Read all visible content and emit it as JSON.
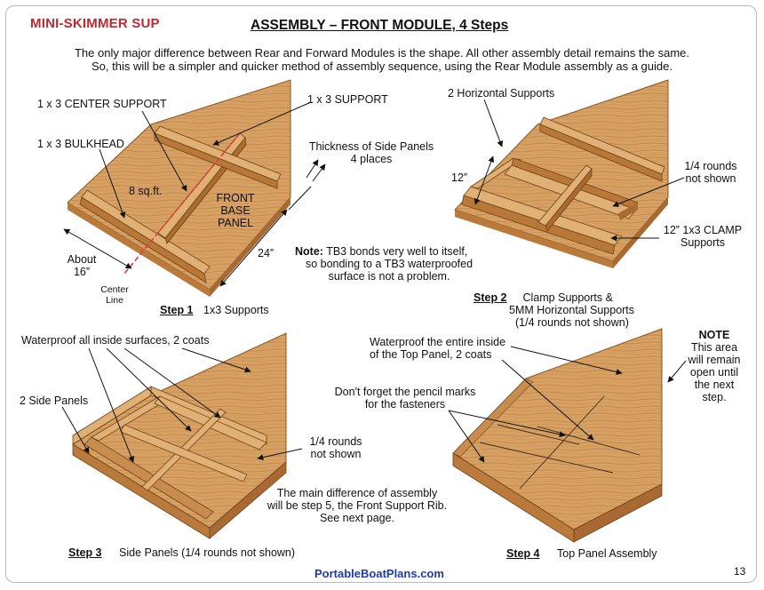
{
  "header": {
    "brand": "MINI-SKIMMER SUP",
    "title": "ASSEMBLY – FRONT MODULE, 4 Steps",
    "intro_line1": "The only major difference between Rear and Forward Modules is the shape.  All other assembly detail remains the same.",
    "intro_line2": "So, this will be a simpler and quicker method of assembly sequence, using the Rear Module assembly as a guide."
  },
  "step1": {
    "label_center_support": "1 x 3 CENTER SUPPORT",
    "label_support": "1 x 3 SUPPORT",
    "label_bulkhead": "1 x 3 BULKHEAD",
    "label_area": "8 sq.ft.",
    "label_panel": [
      "FRONT",
      "BASE",
      "PANEL"
    ],
    "label_about": "About",
    "label_about_value": "16”",
    "label_center_line": [
      "Center",
      "Line"
    ],
    "label_length": "24”",
    "label_thickness": [
      "Thickness of Side Panels",
      "4 places"
    ],
    "step_label": "Step 1",
    "caption": "1x3 Supports"
  },
  "note": {
    "bold": "Note:",
    "line1": " TB3 bonds very well to itself,",
    "line2": "so bonding to a TB3 waterproofed",
    "line3": "surface is not a problem."
  },
  "step2": {
    "label_horizontal": "2 Horizontal Supports",
    "label_width": "12”",
    "label_rounds": [
      "1/4 rounds",
      "not shown"
    ],
    "label_clamp": [
      "12” 1x3 CLAMP",
      "Supports"
    ],
    "step_label": "Step 2",
    "caption": [
      "Clamp Supports &",
      "5MM Horizontal Supports",
      "(1/4 rounds not shown)"
    ]
  },
  "step3": {
    "label_waterproof": "Waterproof all inside surfaces, 2 coats",
    "label_side_panels": "2 Side Panels",
    "label_rounds": [
      "1/4 rounds",
      "not shown"
    ],
    "main_difference": [
      "The main difference of assembly",
      "will be step 5, the Front Support Rib.",
      "See next page."
    ],
    "step_label": "Step 3",
    "caption": "Side Panels  (1/4 rounds not shown)"
  },
  "step4": {
    "label_waterproof": [
      "Waterproof the entire inside",
      "of the Top Panel, 2 coats"
    ],
    "label_pencil": [
      "Don't forget the pencil marks",
      "for the fasteners"
    ],
    "note_title": "NOTE",
    "note_lines": [
      "This area",
      "will remain",
      "open until",
      "the next",
      "step."
    ],
    "step_label": "Step 4",
    "caption": "Top Panel Assembly"
  },
  "footer": {
    "site": "PortableBoatPlans.com",
    "page_number": "13"
  },
  "colors": {
    "brand_red": "#c0282d",
    "link_blue": "#1f3ba6",
    "wood_light": "#d9a466",
    "wood_mid": "#c08245",
    "wood_dark": "#8a5524",
    "center_line": "#e23a3a"
  }
}
